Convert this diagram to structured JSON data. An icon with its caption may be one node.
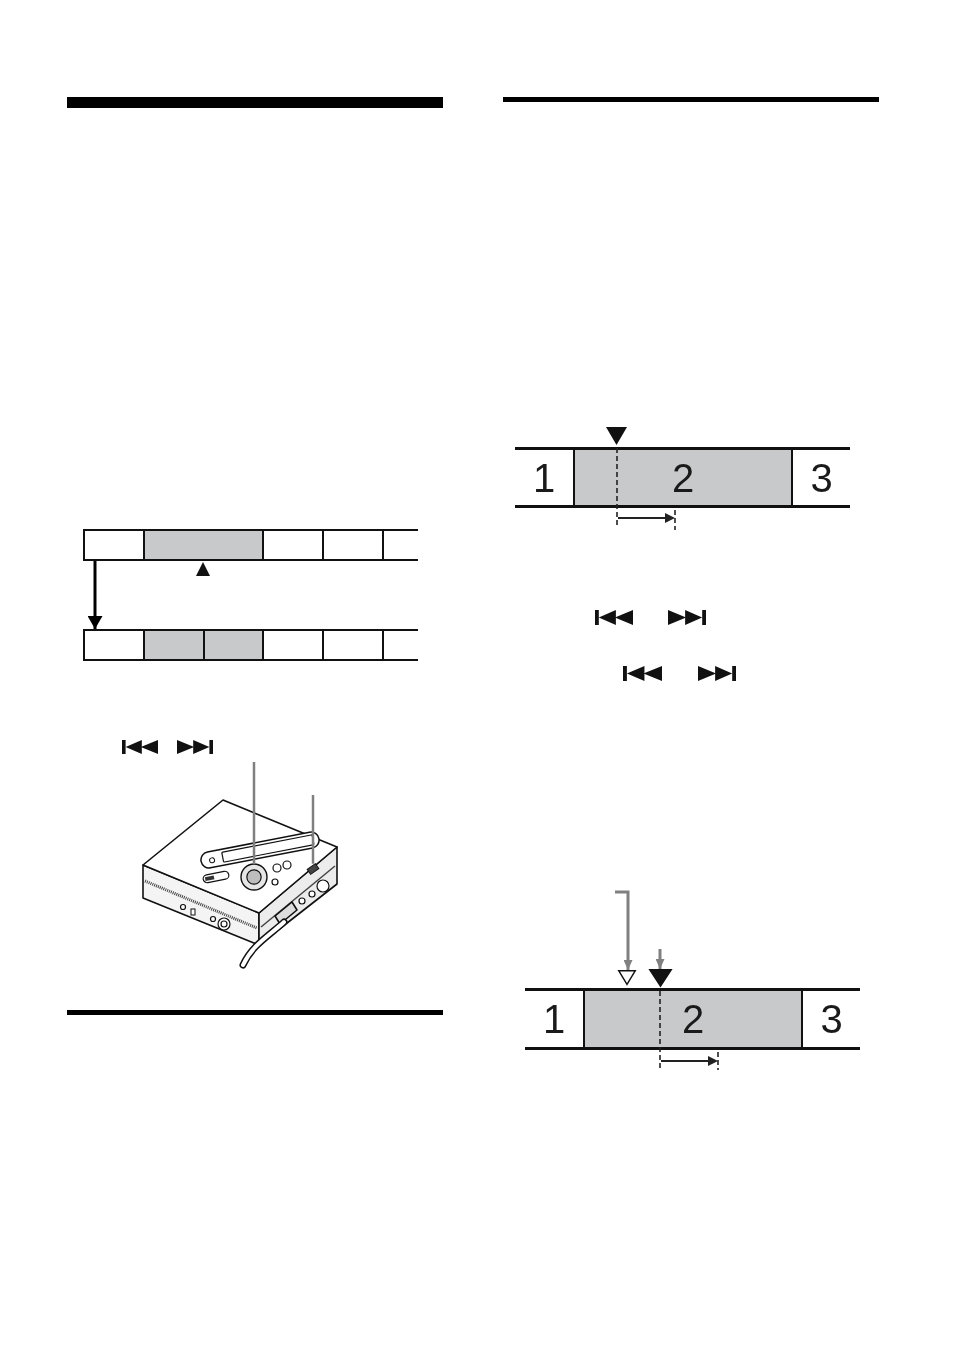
{
  "diagram": {
    "nodes": [
      {
        "text": [],
        "shape": "box"
      },
      {
        "text": [],
        "shape": "box"
      },
      {
        "text": [],
        "shape": "box"
      },
      {
        "text": [],
        "shape": "box"
      },
      {
        "text": [],
        "shape": "box"
      },
      {
        "text": [],
        "shape": "box"
      },
      {
        "text": [],
        "shape": "box"
      },
      {
        "text": [],
        "shape": "box"
      },
      {
        "text": [],
        "shape": "box"
      },
      {
        "text": [],
        "shape": "box"
      },
      {
        "text": [],
        "shape": "box"
      },
      {
        "text": [],
        "shape": "picture"
      },
      {
        "text": [],
        "shape": "circle",
        "in": 11
      },
      {
        "text": [],
        "shape": "box",
        "in": 11
      },
      {
        "text": [
          "1"
        ]
      },
      {
        "text": [
          "2"
        ]
      },
      {
        "text": [
          "3"
        ]
      },
      {
        "text": [],
        "shape": "triangle"
      },
      {
        "text": [],
        "shape": "triangle"
      },
      {
        "text": [
          "1"
        ]
      },
      {
        "text": [
          "2"
        ]
      },
      {
        "text": [
          "3"
        ]
      }
    ],
    "edges": [
      {
        "from": 0,
        "to": 5,
        "arrow": "to",
        "color": "#000000"
      },
      {
        "from": null,
        "to": 12,
        "arrow": "none"
      },
      {
        "from": null,
        "to": 13,
        "arrow": "none"
      },
      {
        "from": null,
        "to": 17,
        "arrow": "to"
      },
      {
        "from": null,
        "to": 18,
        "arrow": "to"
      }
    ]
  }
}
